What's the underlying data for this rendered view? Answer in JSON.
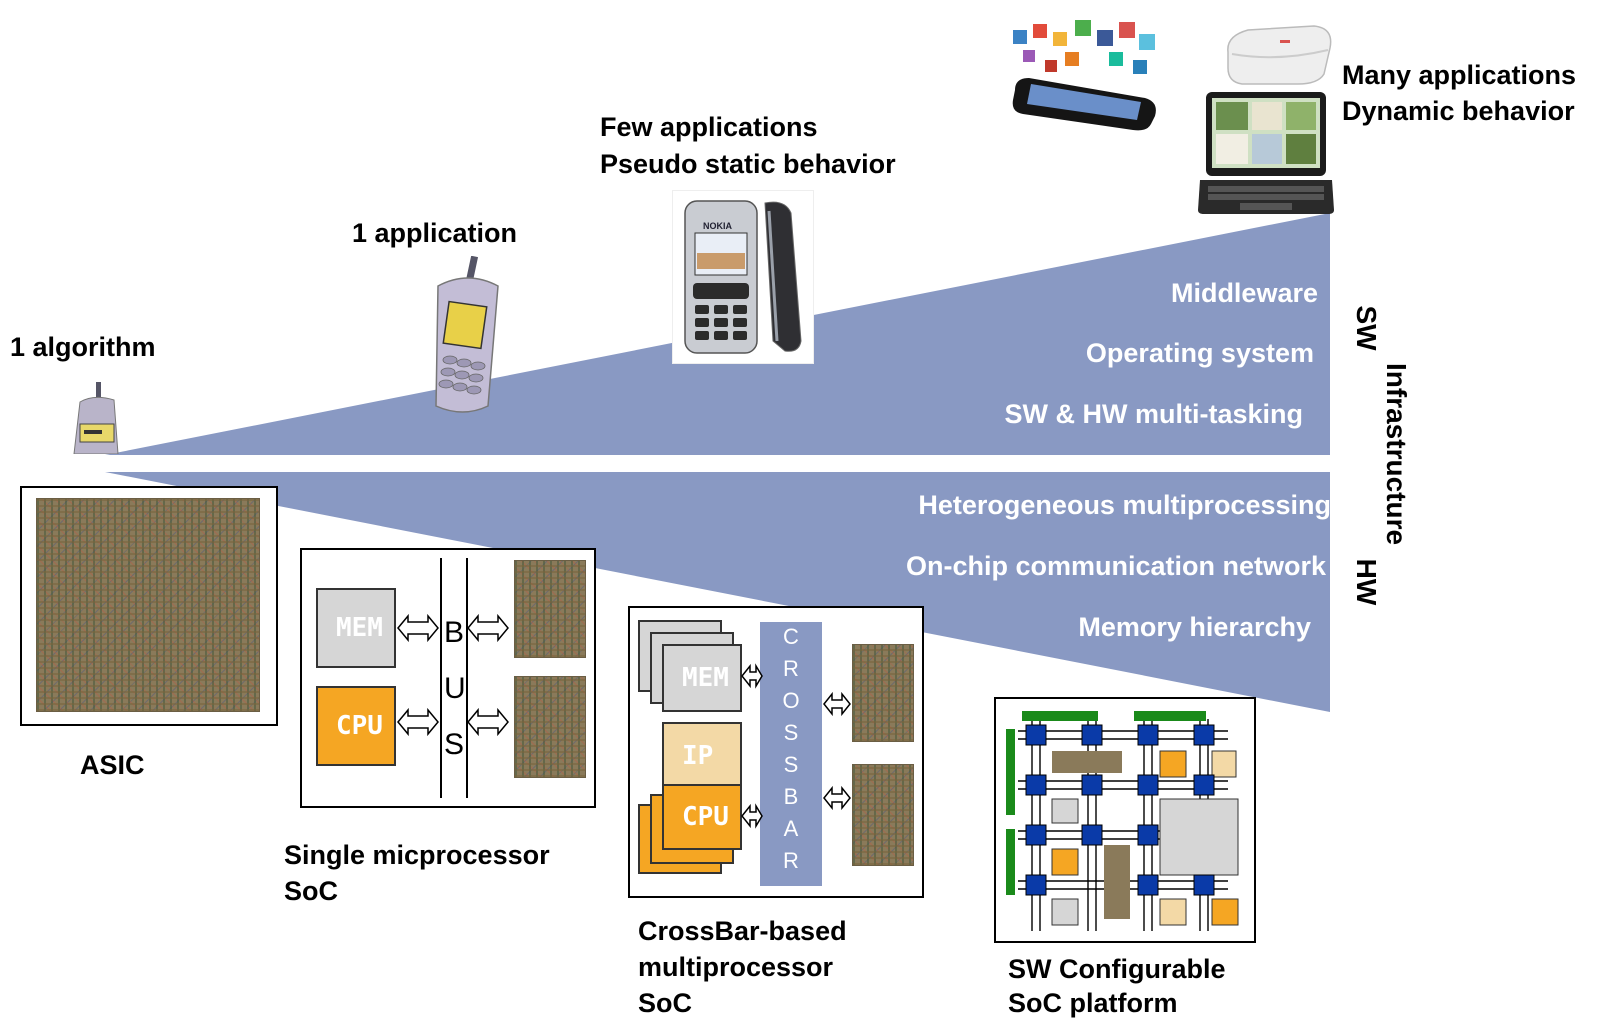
{
  "labels": {
    "one_algorithm": "1 algorithm",
    "one_application": "1 application",
    "few_apps_line1": "Few applications",
    "few_apps_line2": "Pseudo static behavior",
    "many_apps_line1": "Many applications",
    "many_apps_line2": "Dynamic behavior"
  },
  "sw_layers": [
    "Middleware",
    "Operating system",
    "SW & HW multi-tasking"
  ],
  "hw_layers": [
    "Heterogeneous multiprocessing",
    "On-chip communication network",
    "Memory hierarchy"
  ],
  "side_labels": {
    "sw": "SW",
    "infrastructure": "Infrastructure",
    "hw": "HW"
  },
  "architectures": {
    "asic": "ASIC",
    "single_line1": "Single micprocessor",
    "single_line2": "SoC",
    "crossbar_line1": "CrossBar-based",
    "crossbar_line2": "multiprocessor",
    "crossbar_line3": "SoC",
    "sw_conf_line1": "SW Configurable",
    "sw_conf_line2": "SoC platform"
  },
  "blocks": {
    "mem": "MEM",
    "cpu": "CPU",
    "ip": "IP"
  },
  "bus_letters": [
    "B",
    "U",
    "S"
  ],
  "crossbar_letters": [
    "C",
    "R",
    "O",
    "S",
    "S",
    "B",
    "A",
    "R"
  ],
  "nokia_brand": "NOKIA",
  "colors": {
    "wedge": "#8999c3",
    "cpu": "#f5a623",
    "mem": "#d6d6d6",
    "ip": "#f3d9a6",
    "node": "#0a3aa8",
    "link": "#1a8a1a"
  },
  "icons": [
    "tiny-phone-icon",
    "feature-phone-icon",
    "nokia-phone-icon",
    "smartphone-apps-icon",
    "router-icon",
    "netbook-icon"
  ]
}
